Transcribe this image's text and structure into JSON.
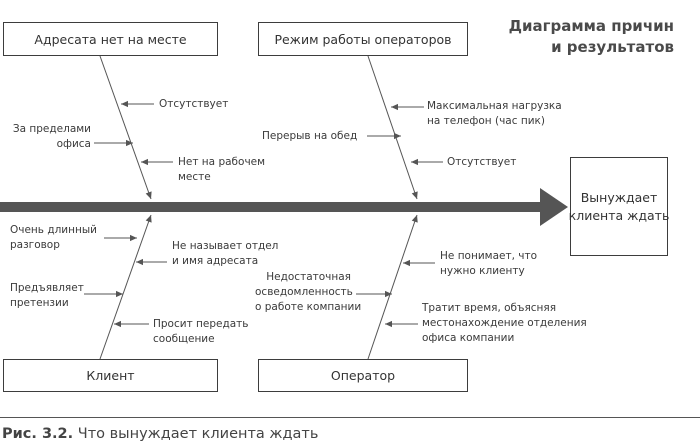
{
  "title": "Диаграмма причин\nи результатов",
  "effect": "Вынуждает\nклиента ждать",
  "categories": {
    "top_left": "Адресата нет на месте",
    "top_right": "Режим работы операторов",
    "bottom_left": "Клиент",
    "bottom_right": "Оператор"
  },
  "causes": {
    "absent": "Отсутствует",
    "outside_office": "За пределами\nофиса",
    "not_at_desk": "Нет на рабочем\nместе",
    "max_load": "Максимальная нагрузка\nна телефон (час пик)",
    "lunch_break": "Перерыв на обед",
    "operator_absent": "Отсутствует",
    "long_talk": "Очень длинный\nразговор",
    "no_department_name": "Не называет отдел\nи имя адресата",
    "claims": "Предъявляет\nпретензии",
    "message_request": "Просит передать\nсообщение",
    "doesnt_understand": "Не понимает, что\nнужно клиенту",
    "insufficient_knowledge": "Недостаточная\nосведомленность\nо работе компании",
    "explains_location": "Тратит время, объясняя\nместонахождение отделения\nофиса компании"
  },
  "caption": {
    "number": "Рис. 3.2.",
    "text": "Что вынуждает клиента ждать"
  },
  "colors": {
    "spine": "#555555",
    "lines": "#555555",
    "text": "#3a3a3a"
  }
}
